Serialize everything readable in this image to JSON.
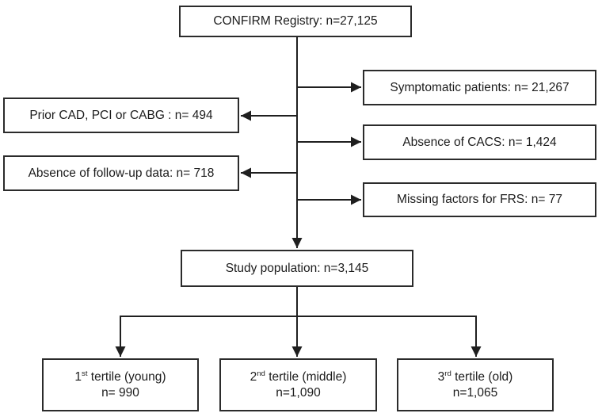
{
  "diagram": {
    "type": "study-flowchart",
    "registry_box": {
      "label": "CONFIRM Registry: n=27,125"
    },
    "exclusions_right": [
      {
        "label": "Symptomatic patients: n= 21,267"
      },
      {
        "label": "Absence of CACS: n= 1,424"
      },
      {
        "label": "Missing factors for FRS: n= 77"
      }
    ],
    "exclusions_left": [
      {
        "label": "Prior CAD, PCI or CABG : n= 494"
      },
      {
        "label": "Absence of follow-up data: n= 718"
      }
    ],
    "study_box": {
      "label": "Study population: n=3,145"
    },
    "tertiles": [
      {
        "ordinal": "1",
        "ordinal_suffix": "st",
        "label_rest": " tertile (young)",
        "count": "n= 990"
      },
      {
        "ordinal": "2",
        "ordinal_suffix": "nd",
        "label_rest": " tertile (middle)",
        "count": "n=1,090"
      },
      {
        "ordinal": "3",
        "ordinal_suffix": "rd",
        "label_rest": " tertile (old)",
        "count": "n=1,065"
      }
    ],
    "colors": {
      "background": "#ffffff",
      "box_border": "#2b2b2b",
      "line": "#1f1f1f",
      "text": "#1c1c1c"
    }
  }
}
